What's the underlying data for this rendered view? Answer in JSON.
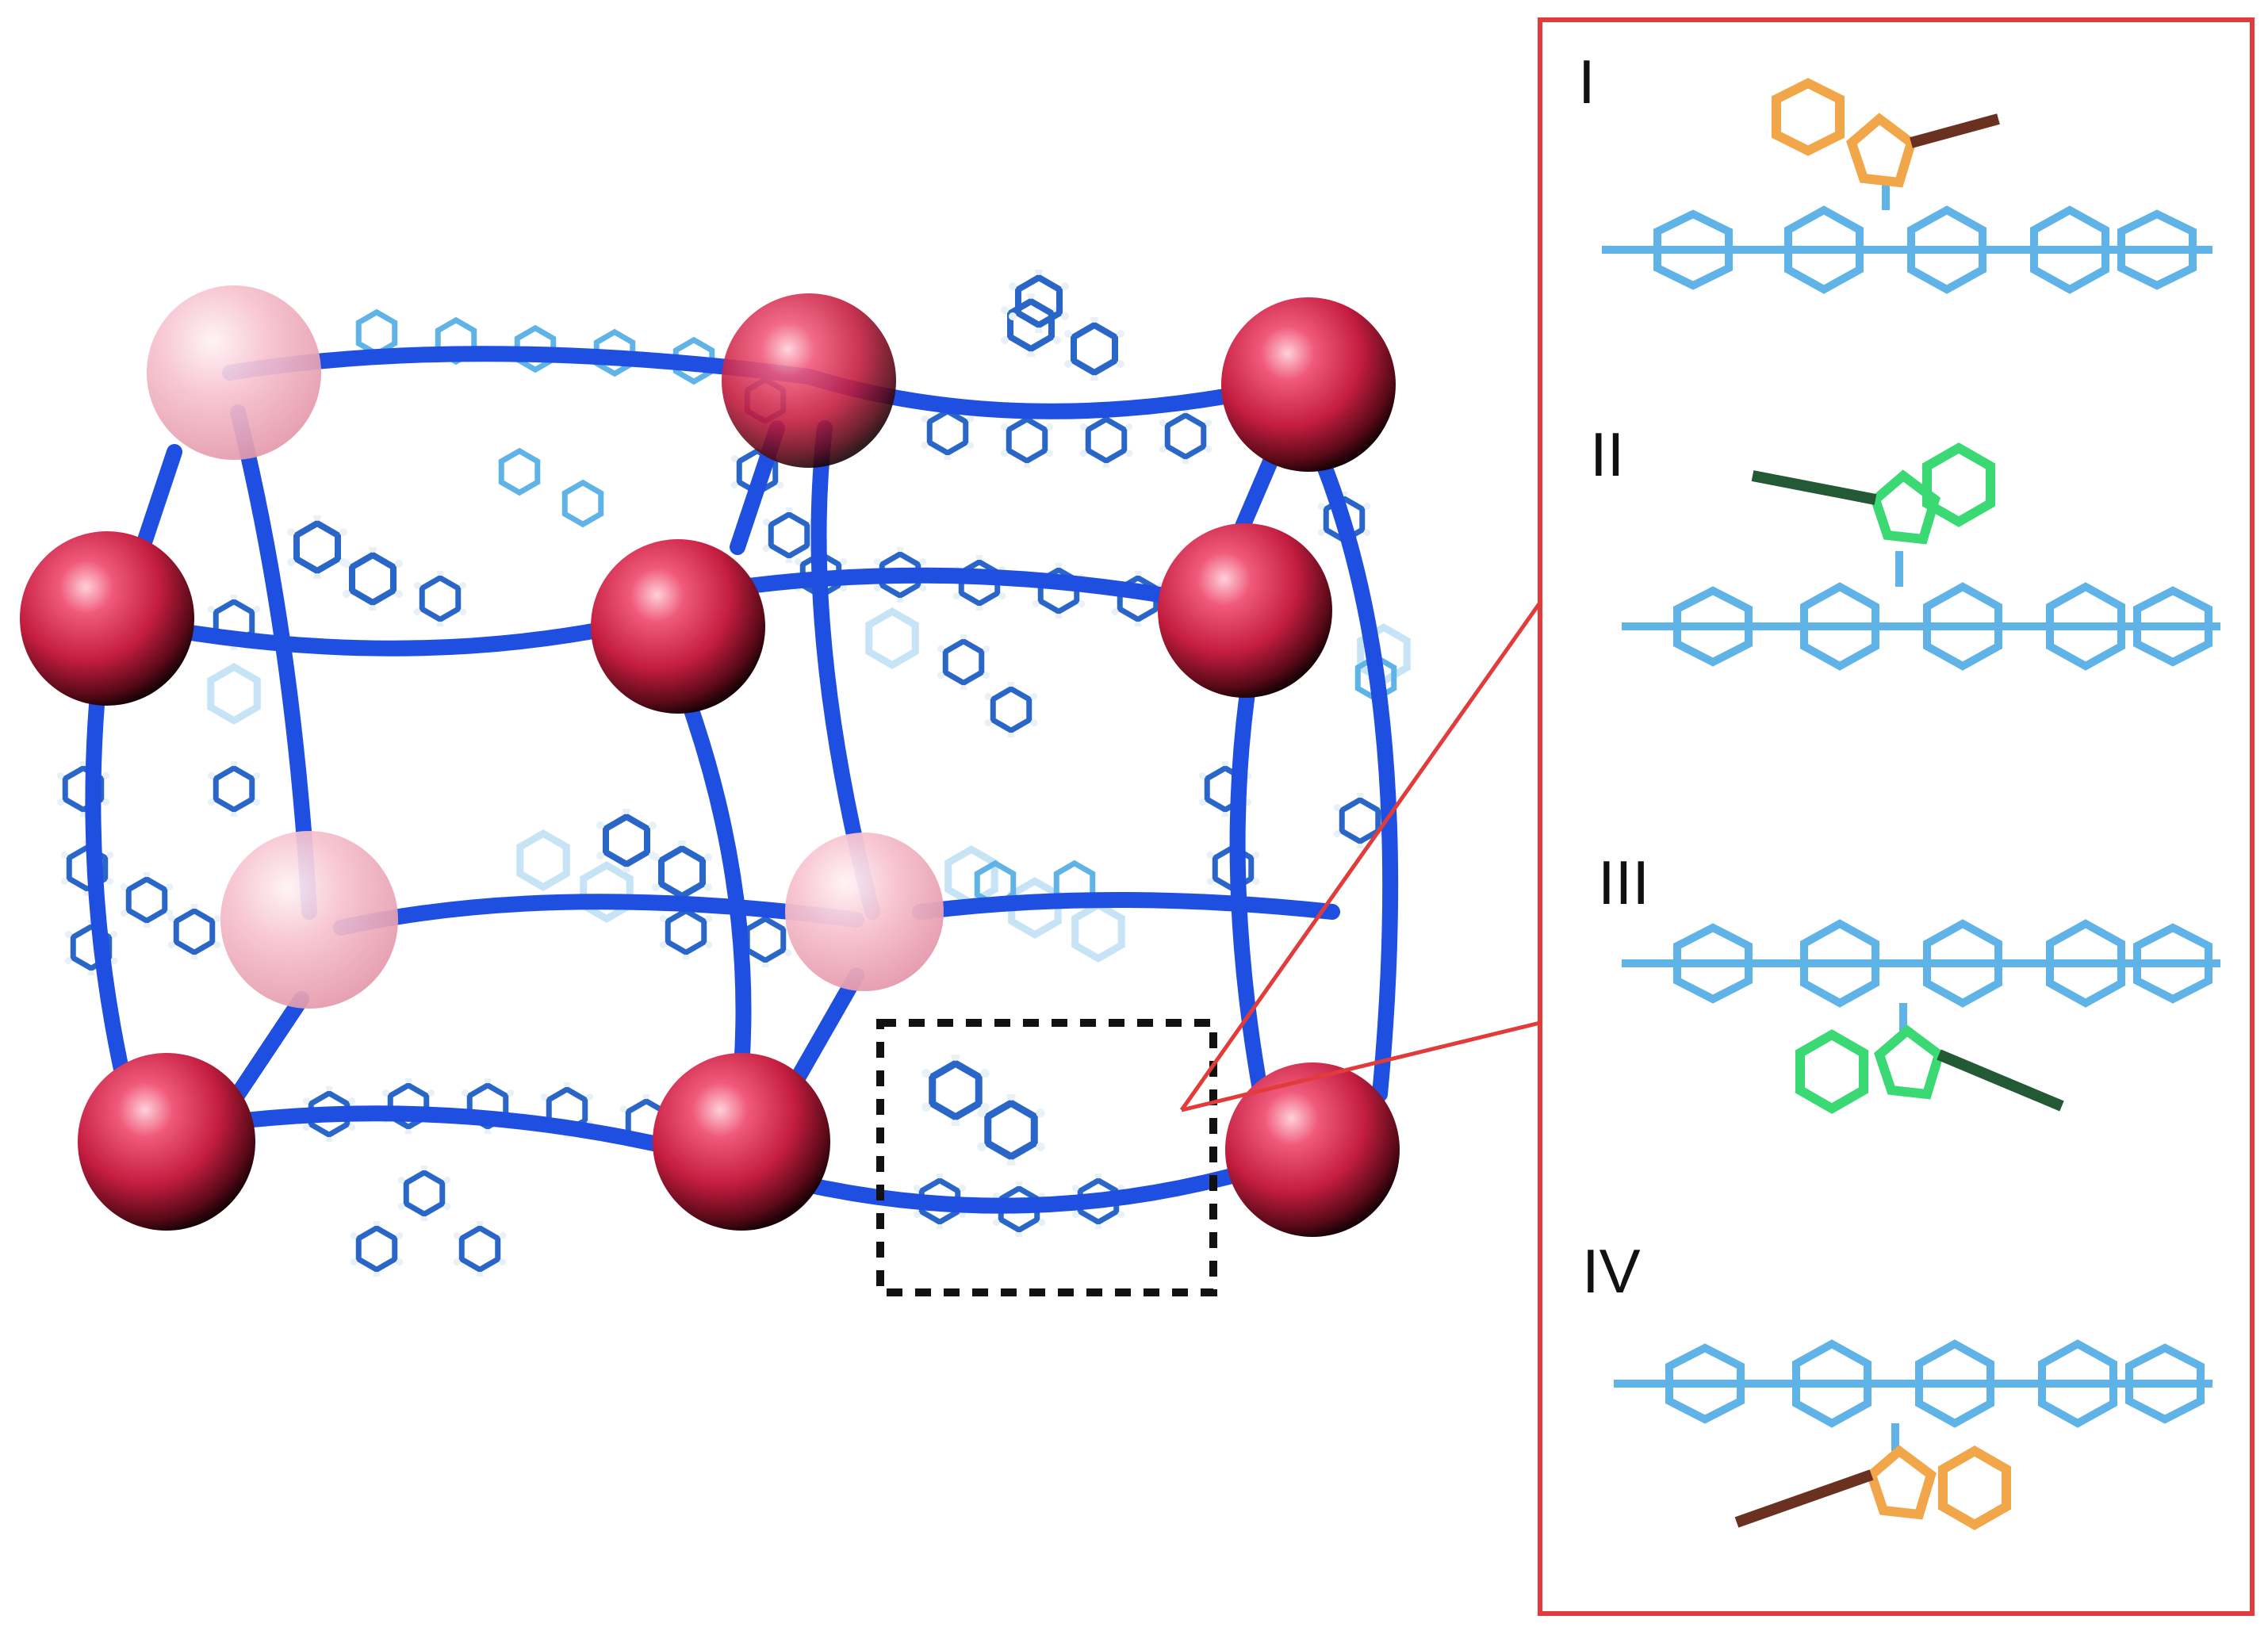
{
  "figure": {
    "panels": [
      {
        "id": "I",
        "label": "I",
        "guest_color": "#f2a64a",
        "guest_side": "above"
      },
      {
        "id": "II",
        "label": "II",
        "guest_color": "#3bd973",
        "guest_side": "above"
      },
      {
        "id": "III",
        "label": "III",
        "guest_color": "#3bd973",
        "guest_side": "below"
      },
      {
        "id": "IV",
        "label": "IV",
        "guest_color": "#f2a64a",
        "guest_side": "below"
      }
    ],
    "colors": {
      "framework_bond": "#1f4fe0",
      "linker_dark": "#2a66c8",
      "linker_light": "#5fb3e6",
      "hydrogen": "#e8f0f8",
      "node_red": "#d42a4a",
      "node_pink": "#f3b8c6",
      "callout": "#e23b3b",
      "zoom_box": "#111111"
    }
  }
}
